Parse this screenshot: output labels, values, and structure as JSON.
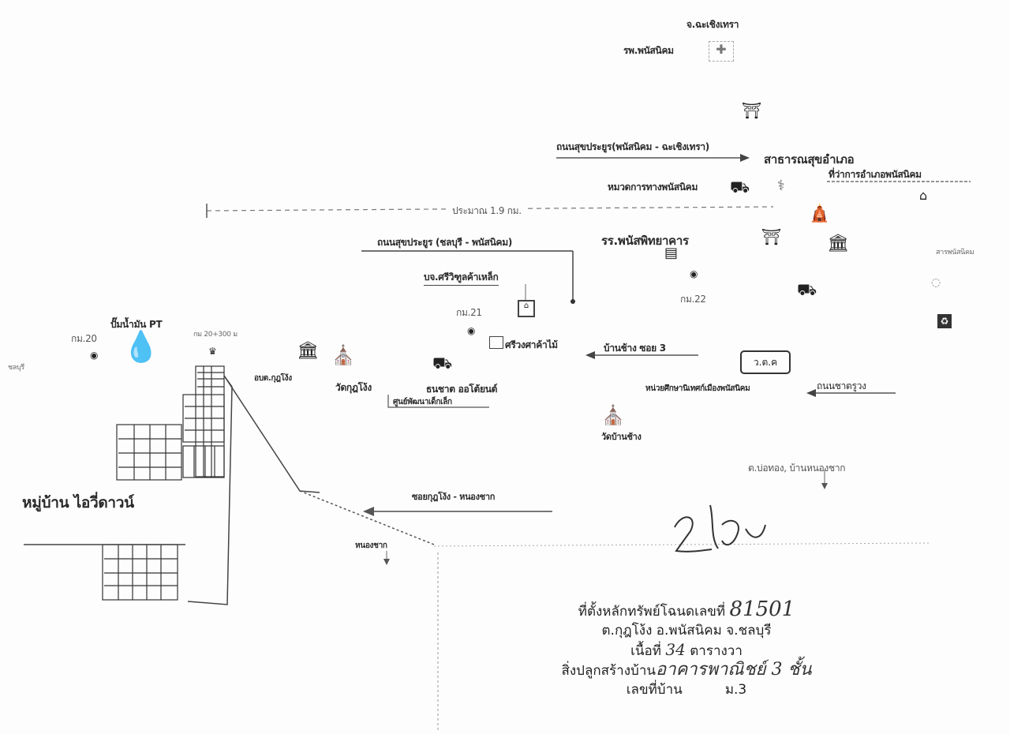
{
  "map": {
    "labels": {
      "chachoengsao": "จ.ฉะเชิงเทรา",
      "hospital": "รพ.พนัสนิคม",
      "road_north": "ถนนสุขประยูร(พนัสนิคม - ฉะเชิงเทรา)",
      "health_office": "สาธารณสุขอำเภอ",
      "district_office": "ที่ว่าการอำเภอพนัสนิคม",
      "highway_unit": "หมวดการทางพนัสนิคม",
      "distance": "ประมาณ 1.9 กม.",
      "road_main": "ถนนสุขประยูร (ชลบุรี - พนัสนิคม)",
      "school": "รร.พนัสพิทยาคาร",
      "company": "บจ.ศรีวิฑูลค้าเหล็ก",
      "km21": "กม.21",
      "km22": "กม.22",
      "km20": "กม.20",
      "km20_300": "กม 20+300 ม",
      "gas_station": "ปั๊มน้ำมัน PT",
      "chonburi": "ชลบุรี",
      "sao": "อบต.กุฎโง้ง",
      "temple_kut": "วัดกุฎโง้ง",
      "child_center": "ศูนย์พัฒนาเด็กเล็ก",
      "auto_shop": "ธนชาต ออโต้ยนต์",
      "timber_shop": "ศรีวงศาค้าไม้",
      "ban_chang_soi3": "บ้านช้าง ซอย 3",
      "box_sign": "ว.ต.ค",
      "education_unit": "หน่วยศึกษานิเทศก์เมืองพนัสนิคม",
      "road_east": "ถนนชาตรูวง",
      "temple_ban_chang": "วัดบ้านช้าง",
      "bo_thong": "ต.บ่อทอง, บ้านหนองชาก",
      "soi_kut": "ซอยกุฎโง้ง - หนองชาก",
      "nong_chak": "หนองชาก",
      "village": "หมู่บ้าน ไอวี่ดาวน์",
      "phanat_small": "สารพนัสนิคม"
    },
    "signature": "2"
  },
  "info": {
    "line1_prefix": "ที่ตั้งหลักทรัพย์โฉนดเลขที่",
    "deed_no": "81501",
    "line2": "ต.กุฎโง้ง   อ.พนัสนิคม   จ.ชลบุรี",
    "line3_prefix": "เนื้อที่",
    "area": "34",
    "line3_suffix": "ตารางวา",
    "line4_prefix": "สิ่งปลูกสร้างบ้าน",
    "building": "อาคารพาณิชย์ 3 ชั้น",
    "line5_prefix": "เลขที่บ้าน",
    "moo": "ม.3"
  }
}
